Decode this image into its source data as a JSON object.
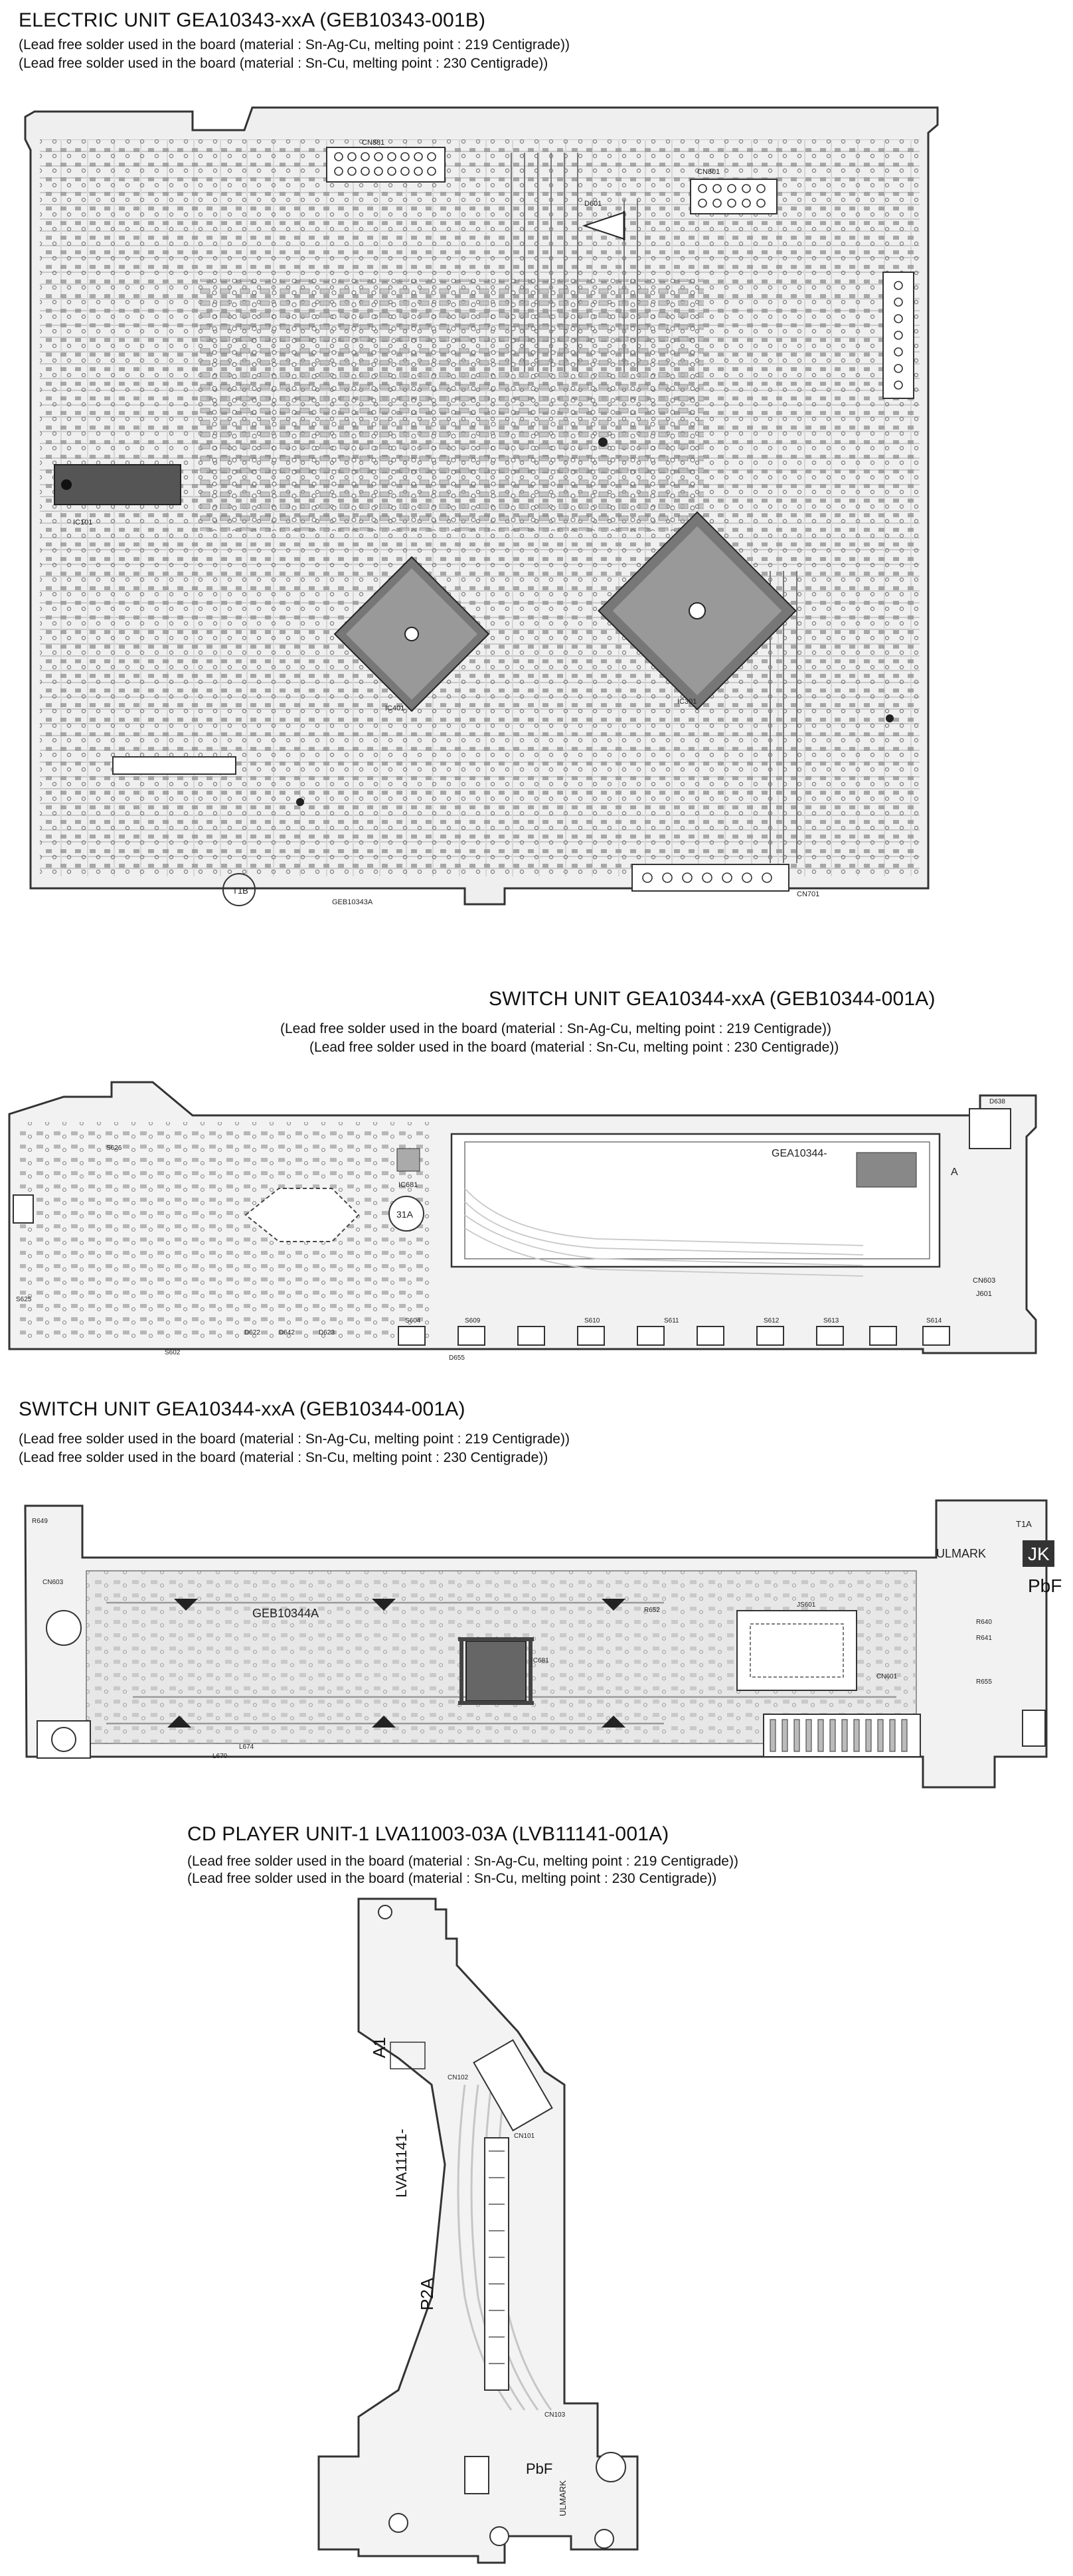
{
  "electric": {
    "title": "ELECTRIC UNIT GEA10343-xxA (GEB10343-001B)",
    "note1": "(Lead free solder used in the board (material : Sn-Ag-Cu, melting point : 219 Centigrade))",
    "note2": "(Lead free solder used in the board (material : Sn-Cu, melting point : 230 Centigrade))",
    "labels": [
      "CN881",
      "T1B",
      "GEB10343A",
      "CN701",
      "IC101",
      "IC401",
      "IC301",
      "CN801",
      "D601"
    ]
  },
  "switch_top": {
    "title": "SWITCH UNIT GEA10344-xxA (GEB10344-001A)",
    "note1": "(Lead free solder used in the board (material : Sn-Ag-Cu, melting point : 219 Centigrade))",
    "note2": "(Lead free solder used in the board (material : Sn-Cu, melting point : 230 Centigrade))",
    "labels": [
      "GEA10344-",
      "A",
      "31A",
      "CN603",
      "J601",
      "IC681",
      "S604",
      "S609",
      "S610",
      "S611",
      "S612",
      "S613",
      "S614",
      "D655",
      "D622",
      "D642",
      "D623",
      "S625",
      "S626",
      "S602",
      "D638"
    ]
  },
  "switch_bottom": {
    "title": "SWITCH UNIT GEA10344-xxA (GEB10344-001A)",
    "note1": "(Lead free solder used in the board (material : Sn-Ag-Cu, melting point : 219 Centigrade))",
    "note2": "(Lead free solder used in the board (material : Sn-Cu, melting point : 230 Centigrade))",
    "labels": [
      "GEB10344A",
      "JK",
      "PbF",
      "ULMARK",
      "T1A",
      "CN603",
      "IC681",
      "JS601",
      "CN601",
      "L670",
      "L674",
      "R649",
      "R652",
      "R640",
      "R641",
      "R655"
    ]
  },
  "cd": {
    "title": "CD PLAYER UNIT-1 LVA11003-03A (LVB11141-001A)",
    "note1": "(Lead free solder used in the board (material : Sn-Ag-Cu, melting point : 219 Centigrade))",
    "note2": "(Lead free solder used in the board (material : Sn-Cu, melting point : 230 Centigrade))",
    "labels": [
      "A1",
      "LVA11141-",
      "P2A",
      "PbF",
      "ULMARK",
      "CN102",
      "CN101",
      "CN103"
    ]
  }
}
